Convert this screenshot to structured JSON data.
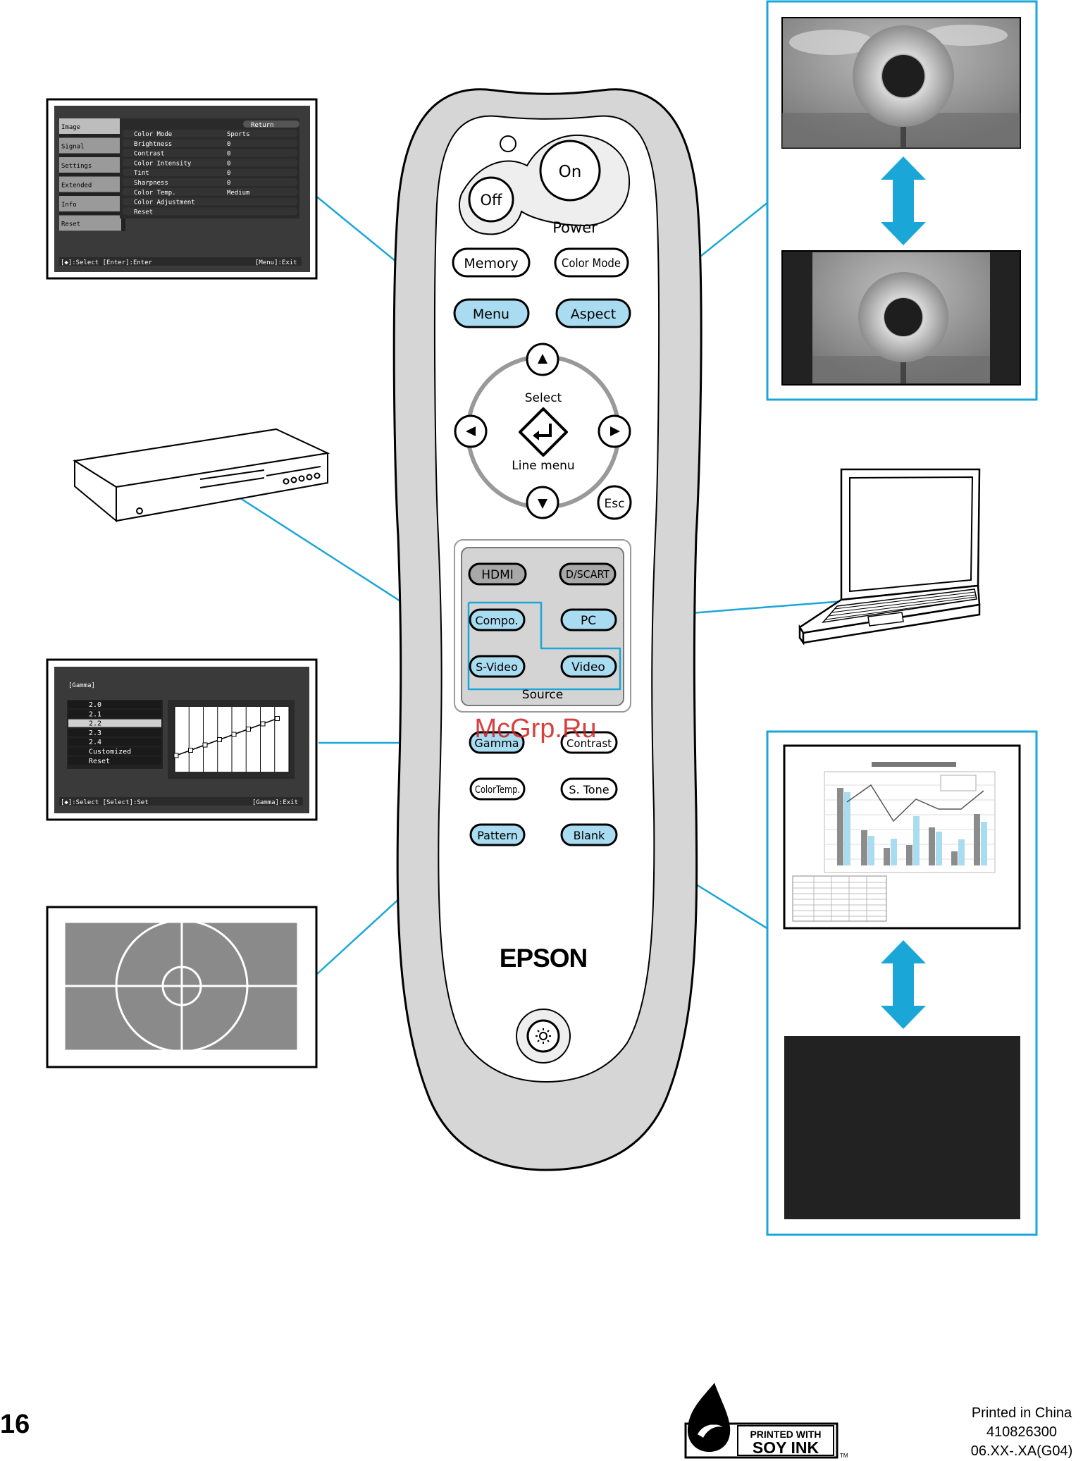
{
  "remote": {
    "brand": "EPSON",
    "buttons": {
      "on": "On",
      "off": "Off",
      "power": "Power",
      "memory": "Memory",
      "color_mode": "Color Mode",
      "menu": "Menu",
      "aspect": "Aspect",
      "select": "Select",
      "line_menu": "Line menu",
      "esc": "Esc",
      "hdmi": "HDMI",
      "dscart": "D/SCART",
      "compo": "Compo.",
      "pc": "PC",
      "svideo": "S-Video",
      "video": "Video",
      "source": "Source",
      "gamma": "Gamma",
      "contrast": "Contrast",
      "colortemp": "ColorTemp.",
      "stone": "S. Tone",
      "pattern": "Pattern",
      "blank": "Blank"
    }
  },
  "menu_screen": {
    "tabs": [
      "Image",
      "Signal",
      "Settings",
      "Extended",
      "Info",
      "Reset"
    ],
    "return_label": "Return",
    "rows": [
      {
        "label": "Color Mode",
        "value": "Sports"
      },
      {
        "label": "Brightness",
        "value": "0"
      },
      {
        "label": "Contrast",
        "value": "0"
      },
      {
        "label": "Color Intensity",
        "value": "0"
      },
      {
        "label": "Tint",
        "value": "0"
      },
      {
        "label": "Sharpness",
        "value": "0"
      },
      {
        "label": "Color Temp.",
        "value": "Medium"
      },
      {
        "label": "Color Adjustment",
        "value": ""
      },
      {
        "label": "Reset",
        "value": ""
      }
    ],
    "footer_left": "[◆]:Select [Enter]:Enter",
    "footer_right": "[Menu]:Exit"
  },
  "gamma_screen": {
    "title": "[Gamma]",
    "options": [
      "2.0",
      "2.1",
      "2.2",
      "2.3",
      "2.4",
      "Customized",
      "Reset"
    ],
    "selected": "2.2",
    "footer_left": "[◆]:Select [Select]:Set",
    "footer_right": "[Gamma]:Exit"
  },
  "watermark": "McGrp.Ru",
  "footer": {
    "page_number": "16",
    "soy_top": "PRINTED WITH",
    "soy_bottom": "SOY INK",
    "tm": "TM",
    "printed": "Printed in China",
    "code": "410826300",
    "edition": "06.XX-.XA(G04)"
  },
  "colors": {
    "accent_line": "#1aa7d8",
    "button_highlight": "#a9dcf1",
    "remote_body": "#d9d9d9",
    "screen_bg": "#3a3a3a"
  }
}
